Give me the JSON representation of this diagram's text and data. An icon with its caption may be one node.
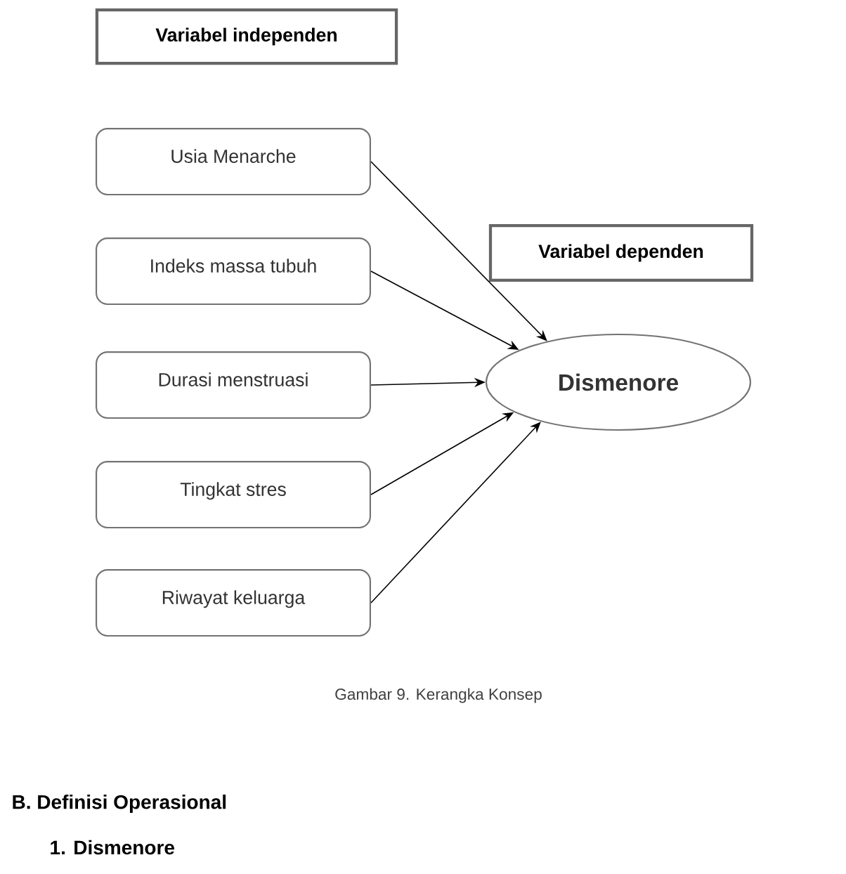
{
  "diagram": {
    "caption": "Gambar 9. Kerangka Konsep",
    "nodes": [
      {
        "text": [
          "Variabel independen"
        ]
      },
      {
        "text": [
          "Usia Menarche"
        ]
      },
      {
        "text": [
          "Indeks massa tubuh"
        ]
      },
      {
        "text": [
          "Durasi menstruasi"
        ]
      },
      {
        "text": [
          "Tingkat stres"
        ]
      },
      {
        "text": [
          "Riwayat keluarga"
        ]
      },
      {
        "text": [
          "Variabel dependen"
        ]
      },
      {
        "text": [
          "Dismenore"
        ]
      }
    ],
    "edges": [
      {
        "from": 1,
        "to": 7,
        "arrow": "to"
      },
      {
        "from": 2,
        "to": 7,
        "arrow": "to"
      },
      {
        "from": 3,
        "to": 7,
        "arrow": "to"
      },
      {
        "from": 4,
        "to": 7,
        "arrow": "to"
      },
      {
        "from": 5,
        "to": 7,
        "arrow": "to"
      }
    ],
    "labels": [
      "B. Definisi Operasional",
      "1. Dismenore"
    ]
  }
}
